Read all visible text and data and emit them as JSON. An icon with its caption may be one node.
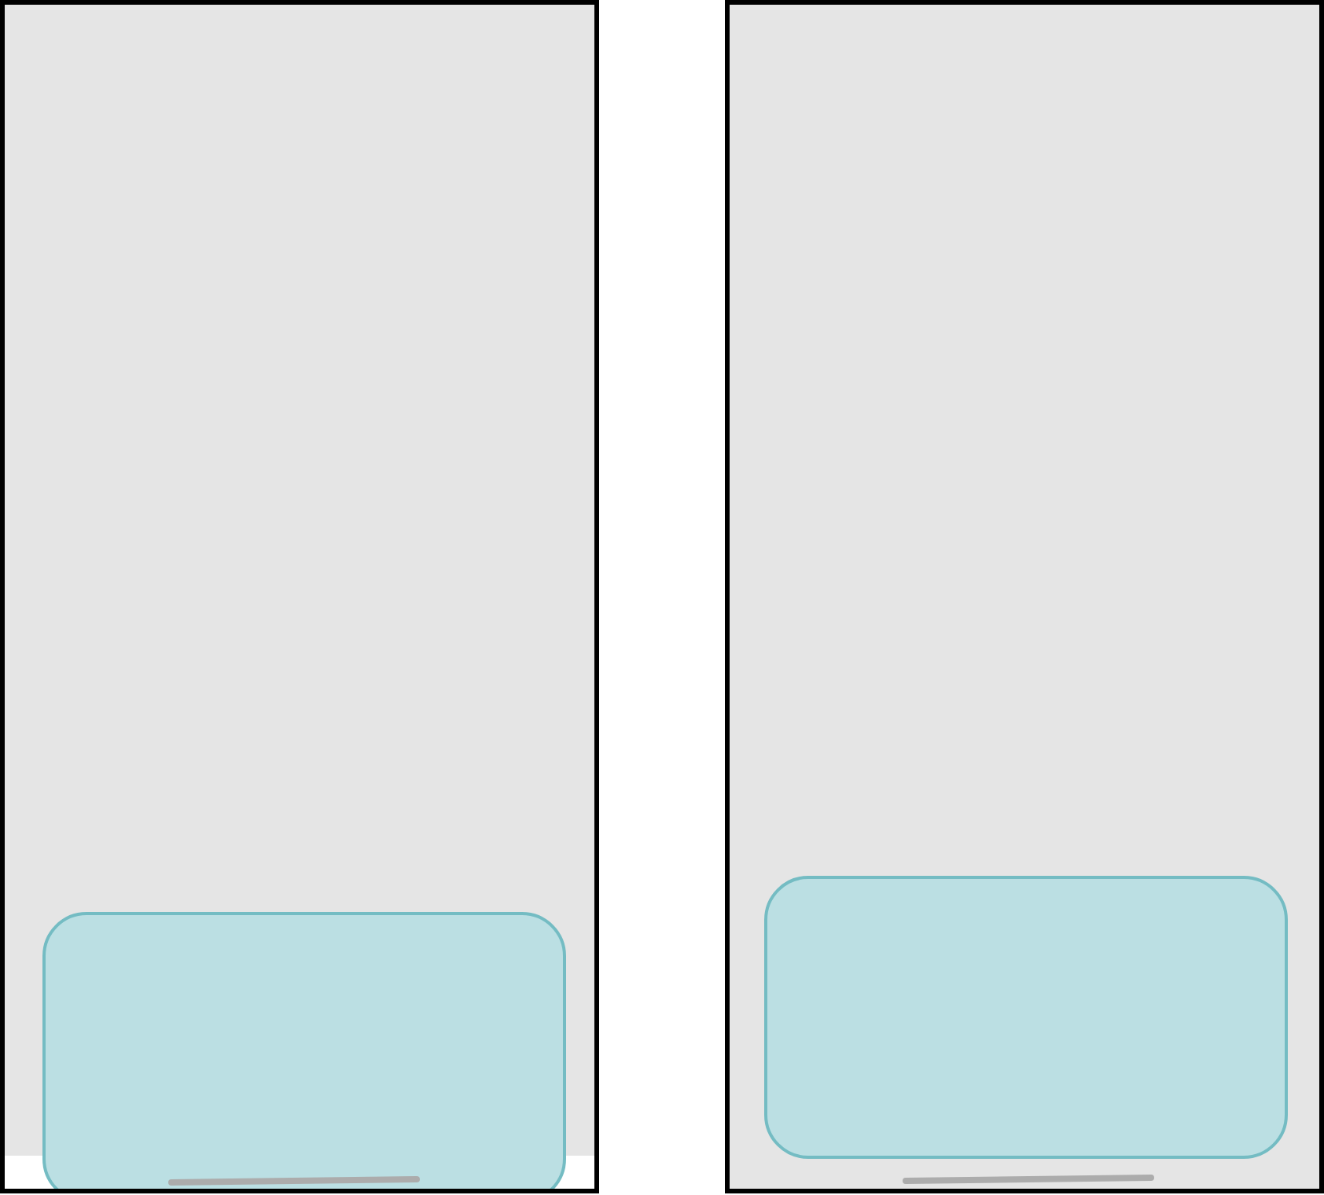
{
  "diagram": {
    "nodes": [
      {
        "text": [],
        "shape": "box"
      },
      {
        "text": [],
        "shape": "box",
        "in": 0
      },
      {
        "text": [],
        "shape": "box"
      },
      {
        "text": [],
        "shape": "box",
        "in": 2
      }
    ]
  }
}
